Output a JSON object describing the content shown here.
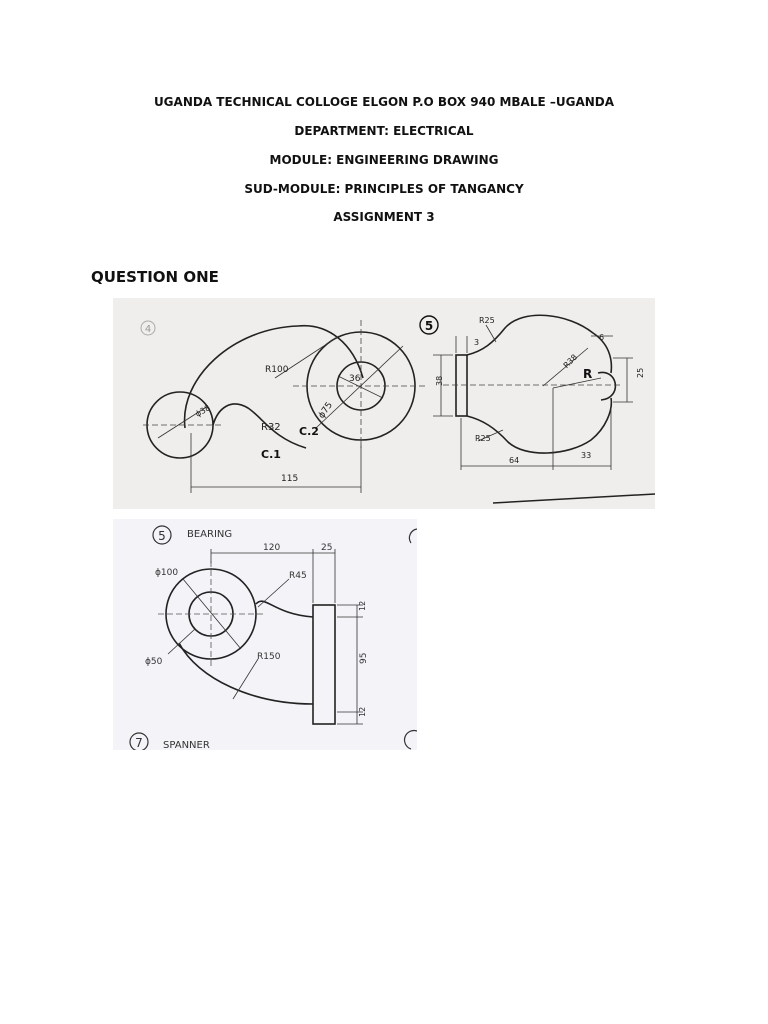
{
  "header": {
    "line1": "UGANDA TECHNICAL COLLOGE ELGON P.O BOX 940 MBALE –UGANDA",
    "line2": "DEPARTMENT: ELECTRICAL",
    "line3": "MODULE: ENGINEERING DRAWING",
    "line4": "SUD-MODULE:  PRINCIPLES OF TANGANCY",
    "line5": "ASSIGNMENT 3"
  },
  "question_title": "QUESTION ONE",
  "figure1": {
    "left_number": "4",
    "r100": "R100",
    "dia36": "36",
    "dia75": "ϕ75",
    "dia38": "ϕ38",
    "r32": "R32",
    "c1": "C.1",
    "c2": "C.2",
    "dim115": "115",
    "right_number": "5",
    "r25_top": "R25",
    "dim3": "3",
    "dim6": "6",
    "r38": "R38",
    "r_label": "R",
    "dim38": "38",
    "dim25": "25",
    "r25_bottom": "R25",
    "dim64": "64",
    "dim33": "33"
  },
  "figure2": {
    "number": "5",
    "title": "BEARING",
    "dim120": "120",
    "dim25": "25",
    "dia100": "ϕ100",
    "r45": "R45",
    "dim12_top": "12",
    "dim95": "95",
    "dia50": "ϕ50",
    "r150": "R150",
    "dim12_bottom": "12",
    "next_number": "7",
    "next_title": "SPANNER"
  }
}
